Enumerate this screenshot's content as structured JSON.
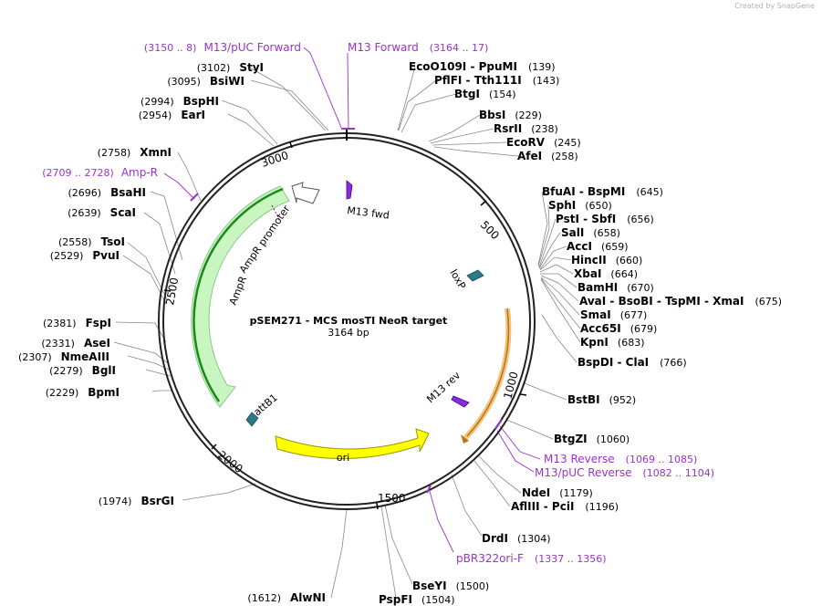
{
  "credit": {
    "prefix": "Created by",
    "brand": "SnapGene"
  },
  "plasmid": {
    "name": "pSEM271 - MCS mosTI NeoR target",
    "size_label": "3164 bp",
    "length": 3164
  },
  "ticks": [
    "500",
    "1000",
    "1500",
    "2000",
    "2500",
    "3000"
  ],
  "features": [
    {
      "name": "AmpR",
      "color": "#c8f5c0",
      "stroke": "#8dc88a"
    },
    {
      "name": "AmpR promoter",
      "color": "#ffffff",
      "stroke": "#555555"
    },
    {
      "name": "ori",
      "color": "#ffff00",
      "stroke": "#999900"
    },
    {
      "name": "M13 fwd",
      "color": "#8a2be2"
    },
    {
      "name": "M13 rev",
      "color": "#8a2be2"
    },
    {
      "name": "loxP",
      "color": "#2a7a8c"
    },
    {
      "name": "attB1",
      "color": "#2a7a8c"
    }
  ],
  "sites": [
    {
      "name": "EcoO109I",
      "name2": "PpuMI",
      "pos": "(139)"
    },
    {
      "name": "PflFI",
      "name2": "Tth111I",
      "pos": "(143)"
    },
    {
      "name": "BtgI",
      "pos": "(154)"
    },
    {
      "name": "BbsI",
      "pos": "(229)"
    },
    {
      "name": "RsrII",
      "pos": "(238)"
    },
    {
      "name": "EcoRV",
      "pos": "(245)"
    },
    {
      "name": "AfeI",
      "pos": "(258)"
    },
    {
      "name": "BfuAI",
      "name2": "BspMI",
      "pos": "(645)"
    },
    {
      "name": "SphI",
      "pos": "(650)"
    },
    {
      "name": "PstI",
      "name2": "SbfI",
      "pos": "(656)"
    },
    {
      "name": "SalI",
      "pos": "(658)"
    },
    {
      "name": "AccI",
      "pos": "(659)"
    },
    {
      "name": "HincII",
      "pos": "(660)"
    },
    {
      "name": "XbaI",
      "pos": "(664)"
    },
    {
      "name": "BamHI",
      "pos": "(670)"
    },
    {
      "name": "AvaI",
      "name2": "BsoBI",
      "name3": "TspMI",
      "name4": "XmaI",
      "pos": "(675)"
    },
    {
      "name": "SmaI",
      "pos": "(677)"
    },
    {
      "name": "Acc65I",
      "pos": "(679)"
    },
    {
      "name": "KpnI",
      "pos": "(683)"
    },
    {
      "name": "BspDI",
      "name2": "ClaI",
      "pos": "(766)"
    },
    {
      "name": "BstBI",
      "pos": "(952)"
    },
    {
      "name": "BtgZI",
      "pos": "(1060)"
    },
    {
      "name": "NdeI",
      "pos": "(1179)"
    },
    {
      "name": "AflIII",
      "name2": "PciI",
      "pos": "(1196)"
    },
    {
      "name": "DrdI",
      "pos": "(1304)"
    },
    {
      "name": "BseYI",
      "pos": "(1500)"
    },
    {
      "name": "PspFI",
      "pos": "(1504)"
    },
    {
      "name": "AlwNI",
      "pos": "(1612)"
    },
    {
      "name": "BsrGI",
      "pos": "(1974)"
    },
    {
      "name": "BpmI",
      "pos": "(2229)"
    },
    {
      "name": "BglI",
      "pos": "(2279)"
    },
    {
      "name": "NmeAIII",
      "pos": "(2307)"
    },
    {
      "name": "AseI",
      "pos": "(2331)"
    },
    {
      "name": "FspI",
      "pos": "(2381)"
    },
    {
      "name": "PvuI",
      "pos": "(2529)"
    },
    {
      "name": "TsoI",
      "pos": "(2558)"
    },
    {
      "name": "ScaI",
      "pos": "(2639)"
    },
    {
      "name": "BsaHI",
      "pos": "(2696)"
    },
    {
      "name": "XmnI",
      "pos": "(2758)"
    },
    {
      "name": "EarI",
      "pos": "(2954)"
    },
    {
      "name": "BspHI",
      "pos": "(2994)"
    },
    {
      "name": "BsiWI",
      "pos": "(3095)"
    },
    {
      "name": "StyI",
      "pos": "(3102)"
    }
  ],
  "primers": [
    {
      "name": "M13 Forward",
      "range": "(3164 .. 17)"
    },
    {
      "name": "M13/pUC Forward",
      "range": "(3150 .. 8)"
    },
    {
      "name": "Amp-R",
      "range": "(2709 .. 2728)"
    },
    {
      "name": "M13 Reverse",
      "range": "(1069 .. 1085)"
    },
    {
      "name": "M13/pUC Reverse",
      "range": "(1082 .. 1104)"
    },
    {
      "name": "pBR322ori-F",
      "range": "(1337 .. 1356)"
    }
  ]
}
